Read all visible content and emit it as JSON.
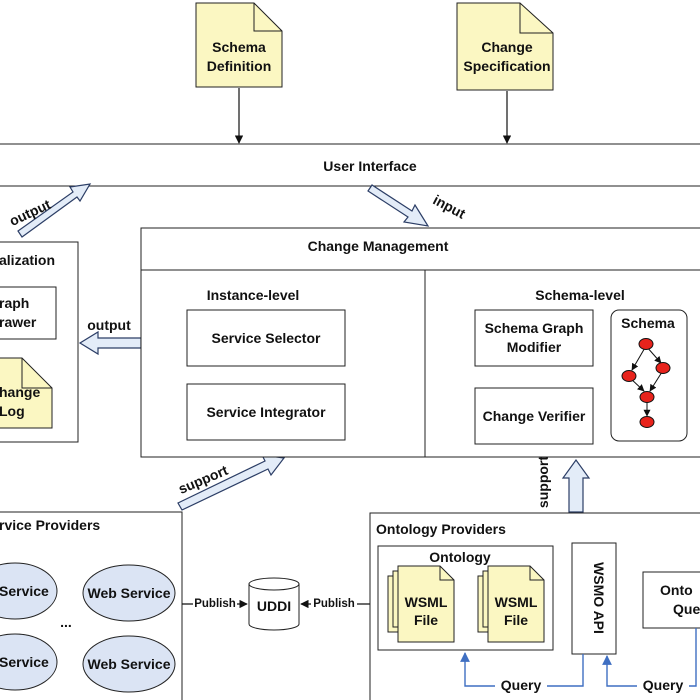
{
  "colors": {
    "note_fill": "#fbf7c2",
    "arrow_fill": "#e3ecf8",
    "arrow_stroke": "#2c3e66",
    "query_arrow": "#3f6fc2",
    "node_fill": "#e8231c"
  },
  "inputs": {
    "schema_definition": [
      "Schema",
      "Definition"
    ],
    "change_specification": [
      "Change",
      "Specification"
    ]
  },
  "user_interface": {
    "title": "User Interface"
  },
  "flows": {
    "output_top": "output",
    "input_top": "input",
    "output_mid": "output",
    "support_left": "support",
    "support_right": "support"
  },
  "visualization": {
    "title": "alization",
    "graph_drawer": [
      "raph",
      "rawer"
    ],
    "change_log": [
      "hange",
      "Log"
    ]
  },
  "change_management": {
    "title": "Change Management",
    "instance_level": {
      "title": "Instance-level",
      "service_selector": "Service Selector",
      "service_integrator": "Service Integrator"
    },
    "schema_level": {
      "title": "Schema-level",
      "schema_graph_modifier": [
        "Schema Graph",
        "Modifier"
      ],
      "change_verifier": "Change Verifier",
      "schema": "Schema"
    }
  },
  "service_providers": {
    "title": "rvice Providers",
    "services": [
      "Service",
      "Web Service",
      "Service",
      "Web Service"
    ],
    "ellipsis": "..."
  },
  "uddi": {
    "label": "UDDI",
    "publish_left": "Publish",
    "publish_right": "Publish"
  },
  "ontology_providers": {
    "title": "Ontology Providers",
    "ontology": {
      "title": "Ontology",
      "files": [
        [
          "WSML",
          "File"
        ],
        [
          "WSML",
          "File"
        ]
      ]
    },
    "wsmo_api": "WSMO API",
    "onto_query": [
      "Onto",
      "Que"
    ],
    "query_1": "Query",
    "query_2": "Query"
  }
}
